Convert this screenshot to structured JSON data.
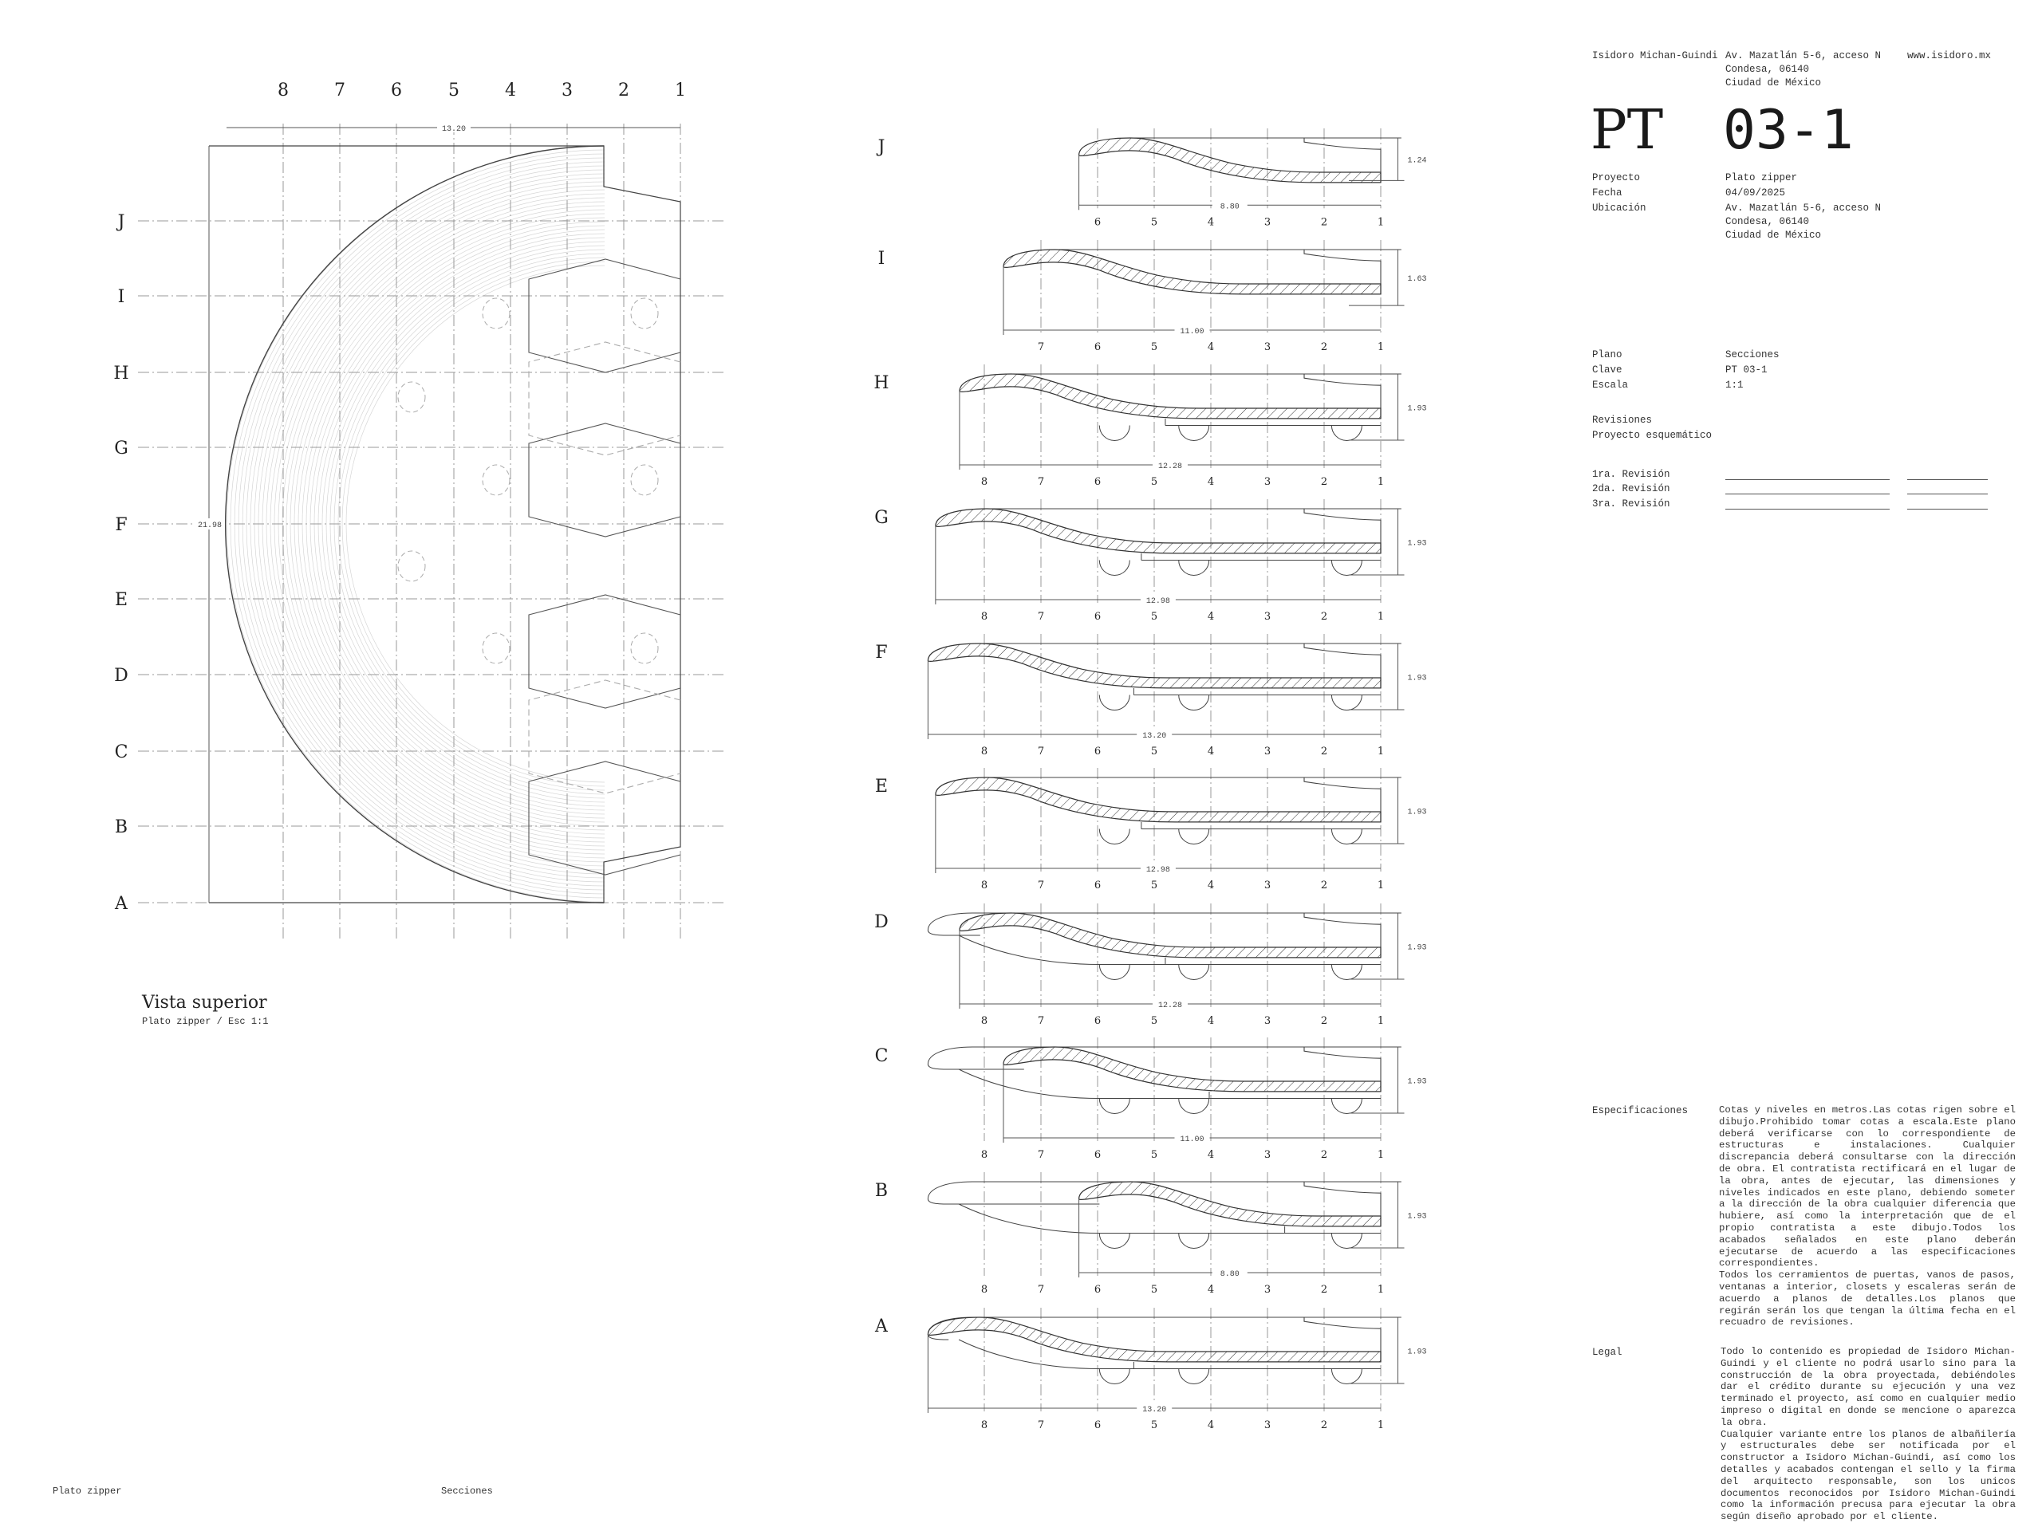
{
  "header": {
    "author": "Isidoro Michan-Guindi",
    "address_lines": [
      "Av. Mazatlán 5-6, acceso N",
      "Condesa, 06140",
      "Ciudad de México"
    ],
    "website": "www.isidoro.mx",
    "code_prefix": "PT",
    "code_number": "03-1"
  },
  "project_info": [
    {
      "label": "Proyecto",
      "value": "Plato zipper"
    },
    {
      "label": "Fecha",
      "value": "04/09/2025"
    },
    {
      "label": "Ubicación",
      "value": "Av. Mazatlán 5-6, acceso N"
    }
  ],
  "location_extra": [
    "Condesa, 06140",
    "Ciudad de México"
  ],
  "plan_info": [
    {
      "label": "Plano",
      "value": "Secciones"
    },
    {
      "label": "Clave",
      "value": "PT 03-1"
    },
    {
      "label": "Escala",
      "value": "1:1"
    }
  ],
  "revisions": {
    "title": "Revisiones",
    "phase": "Proyecto esquemático",
    "rows": [
      "1ra. Revisión",
      "2da. Revisión",
      "3ra. Revisión"
    ]
  },
  "specifications": {
    "label": "Especificaciones",
    "text": "Cotas y niveles en metros.Las cotas rigen sobre el dibujo.Prohibido tomar cotas a escala.Este plano deberá verificarse con lo correspondiente de estructuras e instalaciones. Cualquier discrepancia deberá consultarse con la dirección de obra. El contratista rectificará en el lugar de la obra, antes de ejecutar, las dimensiones y niveles indicados en este plano, debiendo someter a la dirección de la obra cualquier diferencia que hubiere, así como la interpretación que de el propio contratista a este dibujo.Todos los acabados señalados en este plano deberán ejecutarse de acuerdo a las especificaciones correspondientes.",
    "text2": "Todos los cerramientos de puertas, vanos de pasos, ventanas a interior, closets y escaleras serán de acuerdo a planos de detalles.Los planos que regirán serán los que tengan la última fecha en el recuadro de revisiones."
  },
  "legal": {
    "label": "Legal",
    "text": "Todo lo contenido es propiedad de Isidoro Michan-Guindi y el cliente no podrá usarlo sino para la construcción de la obra proyectada, debiéndoles dar el crédito durante su ejecución y una vez terminado el proyecto, así como en cualquier medio impreso o digital en donde se mencione o aparezca la obra.",
    "text2": "Cualquier variante entre los planos de albañilería y estructurales debe ser notificada por el constructor a Isidoro Michan-Guindi, así como los detalles y acabados contengan el sello y la firma del arquitecto responsable, son los unicos documentos reconocidos por Isidoro Michan-Guindi como la información precusa para ejecutar la obra según diseño aprobado por el cliente."
  },
  "plan_view": {
    "title": "Vista superior",
    "subtitle": "Plato zipper / Esc 1:1",
    "column_labels": [
      "8",
      "7",
      "6",
      "5",
      "4",
      "3",
      "2",
      "1"
    ],
    "row_labels": [
      "J",
      "I",
      "H",
      "G",
      "F",
      "E",
      "D",
      "C",
      "B",
      "A"
    ],
    "width_dim": "13.20",
    "height_dim": "21.98"
  },
  "sections": [
    {
      "label": "J",
      "width_dim": "8.80",
      "height_dim": "1.24",
      "columns": [
        "6",
        "5",
        "4",
        "3",
        "2",
        "1"
      ],
      "outline": false,
      "feet": false
    },
    {
      "label": "I",
      "width_dim": "11.00",
      "height_dim": "1.63",
      "columns": [
        "7",
        "6",
        "5",
        "4",
        "3",
        "2",
        "1"
      ],
      "outline": false,
      "feet": false
    },
    {
      "label": "H",
      "width_dim": "12.28",
      "height_dim": "1.93",
      "columns": [
        "8",
        "7",
        "6",
        "5",
        "4",
        "3",
        "2",
        "1"
      ],
      "outline": false,
      "feet": true
    },
    {
      "label": "G",
      "width_dim": "12.98",
      "height_dim": "1.93",
      "columns": [
        "8",
        "7",
        "6",
        "5",
        "4",
        "3",
        "2",
        "1"
      ],
      "outline": false,
      "feet": true
    },
    {
      "label": "F",
      "width_dim": "13.20",
      "height_dim": "1.93",
      "columns": [
        "8",
        "7",
        "6",
        "5",
        "4",
        "3",
        "2",
        "1"
      ],
      "outline": false,
      "feet": true
    },
    {
      "label": "E",
      "width_dim": "12.98",
      "height_dim": "1.93",
      "columns": [
        "8",
        "7",
        "6",
        "5",
        "4",
        "3",
        "2",
        "1"
      ],
      "outline": false,
      "feet": true
    },
    {
      "label": "D",
      "width_dim": "12.28",
      "height_dim": "1.93",
      "columns": [
        "8",
        "7",
        "6",
        "5",
        "4",
        "3",
        "2",
        "1"
      ],
      "outline": true,
      "feet": true
    },
    {
      "label": "C",
      "width_dim": "11.00",
      "height_dim": "1.93",
      "columns": [
        "8",
        "7",
        "6",
        "5",
        "4",
        "3",
        "2",
        "1"
      ],
      "outline": true,
      "feet": true
    },
    {
      "label": "B",
      "width_dim": "8.80",
      "height_dim": "1.93",
      "columns": [
        "8",
        "7",
        "6",
        "5",
        "4",
        "3",
        "2",
        "1"
      ],
      "outline": true,
      "feet": true
    },
    {
      "label": "A",
      "width_dim": "13.20",
      "height_dim": "1.93",
      "columns": [
        "8",
        "7",
        "6",
        "5",
        "4",
        "3",
        "2",
        "1"
      ],
      "outline": true,
      "feet": true
    }
  ],
  "footer": {
    "left": "Plato zipper",
    "center": "Secciones"
  }
}
